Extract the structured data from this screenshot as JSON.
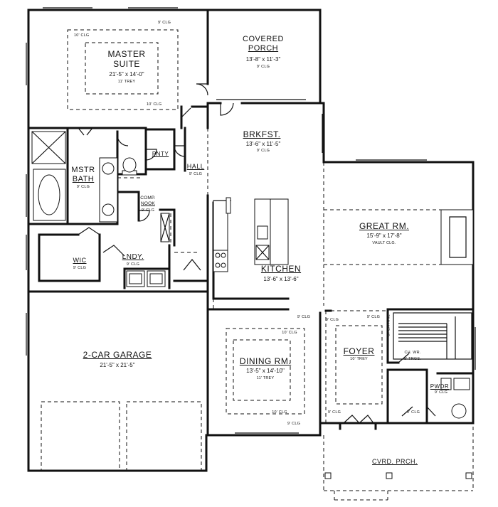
{
  "rooms": {
    "master_suite": {
      "name_line1": "MASTER",
      "name_line2": "SUITE",
      "dims": "21'-5\" x 14'-0\"",
      "ceiling": "11' TREY",
      "note_a": "10' CLG",
      "note_b": "9' CLG",
      "note_c": "10' CLG"
    },
    "covered_porch": {
      "name_line1": "COVERED",
      "name_line2": "PORCH",
      "dims": "13'-8\" x 11'-3\"",
      "ceiling": "9' CLG"
    },
    "brkfst": {
      "name": "BRKFST.",
      "dims": "13'-6\" x 11'-5\"",
      "ceiling": "9' CLG"
    },
    "pntry": {
      "name": "PNTY"
    },
    "hall": {
      "name": "HALL",
      "ceiling": "9' CLG"
    },
    "mstr_bath": {
      "name_line1": "MSTR",
      "name_line2": "BATH",
      "ceiling": "9' CLG"
    },
    "comp_nook": {
      "name_line1": "COMP.",
      "name_line2": "NOOK",
      "ceiling": "9' CLG"
    },
    "wic": {
      "name": "WIC",
      "ceiling": "9' CLG"
    },
    "lndy": {
      "name": "LNDY.",
      "ceiling": "9' CLG"
    },
    "great_rm": {
      "name": "GREAT RM.",
      "dims": "15'-9\" x 17'-8\"",
      "ceiling": "VAULT CLG."
    },
    "kitchen": {
      "name": "KITCHEN",
      "dims": "13'-6\" x 13'-6\"",
      "ceiling_a": "9' CLG",
      "ceiling_b": "9' CLG"
    },
    "garage": {
      "name": "2-CAR GARAGE",
      "dims": "21'-5\" x 21'-5\""
    },
    "dining_rm": {
      "name": "DINING RM.",
      "dims": "13'-5\" x 14'-10\"",
      "ceiling": "11' TREY",
      "note_a": "10' CLG",
      "note_b": "10' CLG",
      "note_c": "9' CLG"
    },
    "foyer": {
      "name": "FOYER",
      "ceiling": "10' TREY",
      "note_a": "9' CLG"
    },
    "open_rail": {
      "name": "OPEN RAIL"
    },
    "ch_wr": {
      "name": "CH. WR.",
      "ceiling": "9' TRGS."
    },
    "pwdr": {
      "name": "PWDR",
      "ceiling": "9' CLG"
    },
    "entry_clg": {
      "note": "9' CLG"
    },
    "front_porch": {
      "name": "CVRD. PRCH."
    },
    "foyer_side": {
      "note": "9' CLG"
    }
  }
}
